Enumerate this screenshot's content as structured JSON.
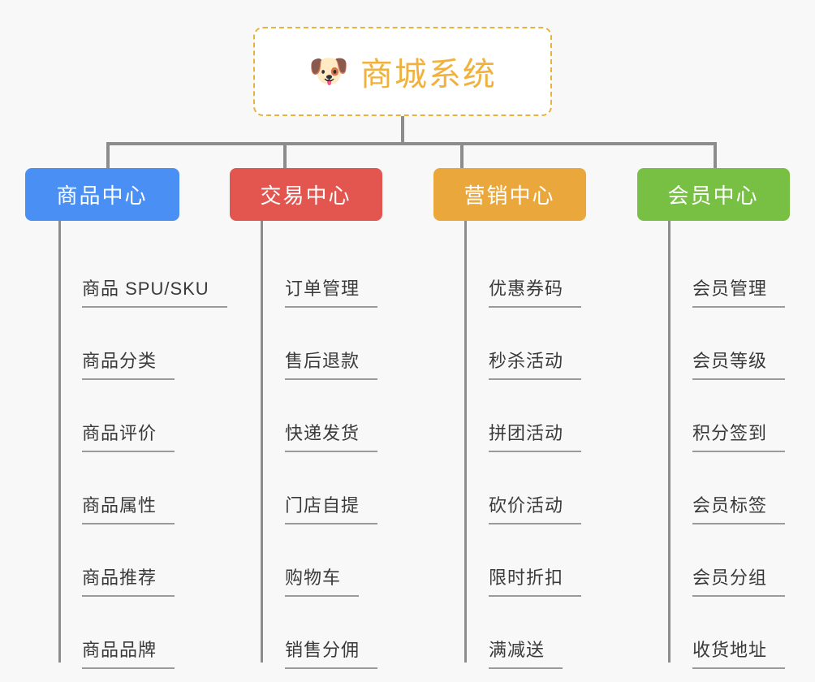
{
  "diagram": {
    "title": "商城系统",
    "icon": "dog-face-icon",
    "icon_glyph": "🐶",
    "background_color": "#f8f8f8",
    "root_border_color": "#e8b33c",
    "root_title_color": "#f0b23c",
    "connector_color": "#8c8c8c",
    "leaf_text_color": "#3a3a3a",
    "leaf_underline_color": "#9a9a9a"
  },
  "columns": [
    {
      "id": "product-center",
      "label": "商品中心",
      "color": "#4a90f4",
      "items": [
        {
          "label": "商品 SPU/SKU"
        },
        {
          "label": "商品分类"
        },
        {
          "label": "商品评价"
        },
        {
          "label": "商品属性"
        },
        {
          "label": "商品推荐"
        },
        {
          "label": "商品品牌"
        }
      ]
    },
    {
      "id": "trade-center",
      "label": "交易中心",
      "color": "#e2564f",
      "items": [
        {
          "label": "订单管理"
        },
        {
          "label": "售后退款"
        },
        {
          "label": "快递发货"
        },
        {
          "label": "门店自提"
        },
        {
          "label": "购物车"
        },
        {
          "label": "销售分佣"
        }
      ]
    },
    {
      "id": "marketing-center",
      "label": "营销中心",
      "color": "#eaa83c",
      "items": [
        {
          "label": "优惠券码"
        },
        {
          "label": "秒杀活动"
        },
        {
          "label": "拼团活动"
        },
        {
          "label": "砍价活动"
        },
        {
          "label": "限时折扣"
        },
        {
          "label": "满减送"
        }
      ]
    },
    {
      "id": "member-center",
      "label": "会员中心",
      "color": "#78c043",
      "items": [
        {
          "label": "会员管理"
        },
        {
          "label": "会员等级"
        },
        {
          "label": "积分签到"
        },
        {
          "label": "会员标签"
        },
        {
          "label": "会员分组"
        },
        {
          "label": "收货地址"
        }
      ]
    }
  ]
}
